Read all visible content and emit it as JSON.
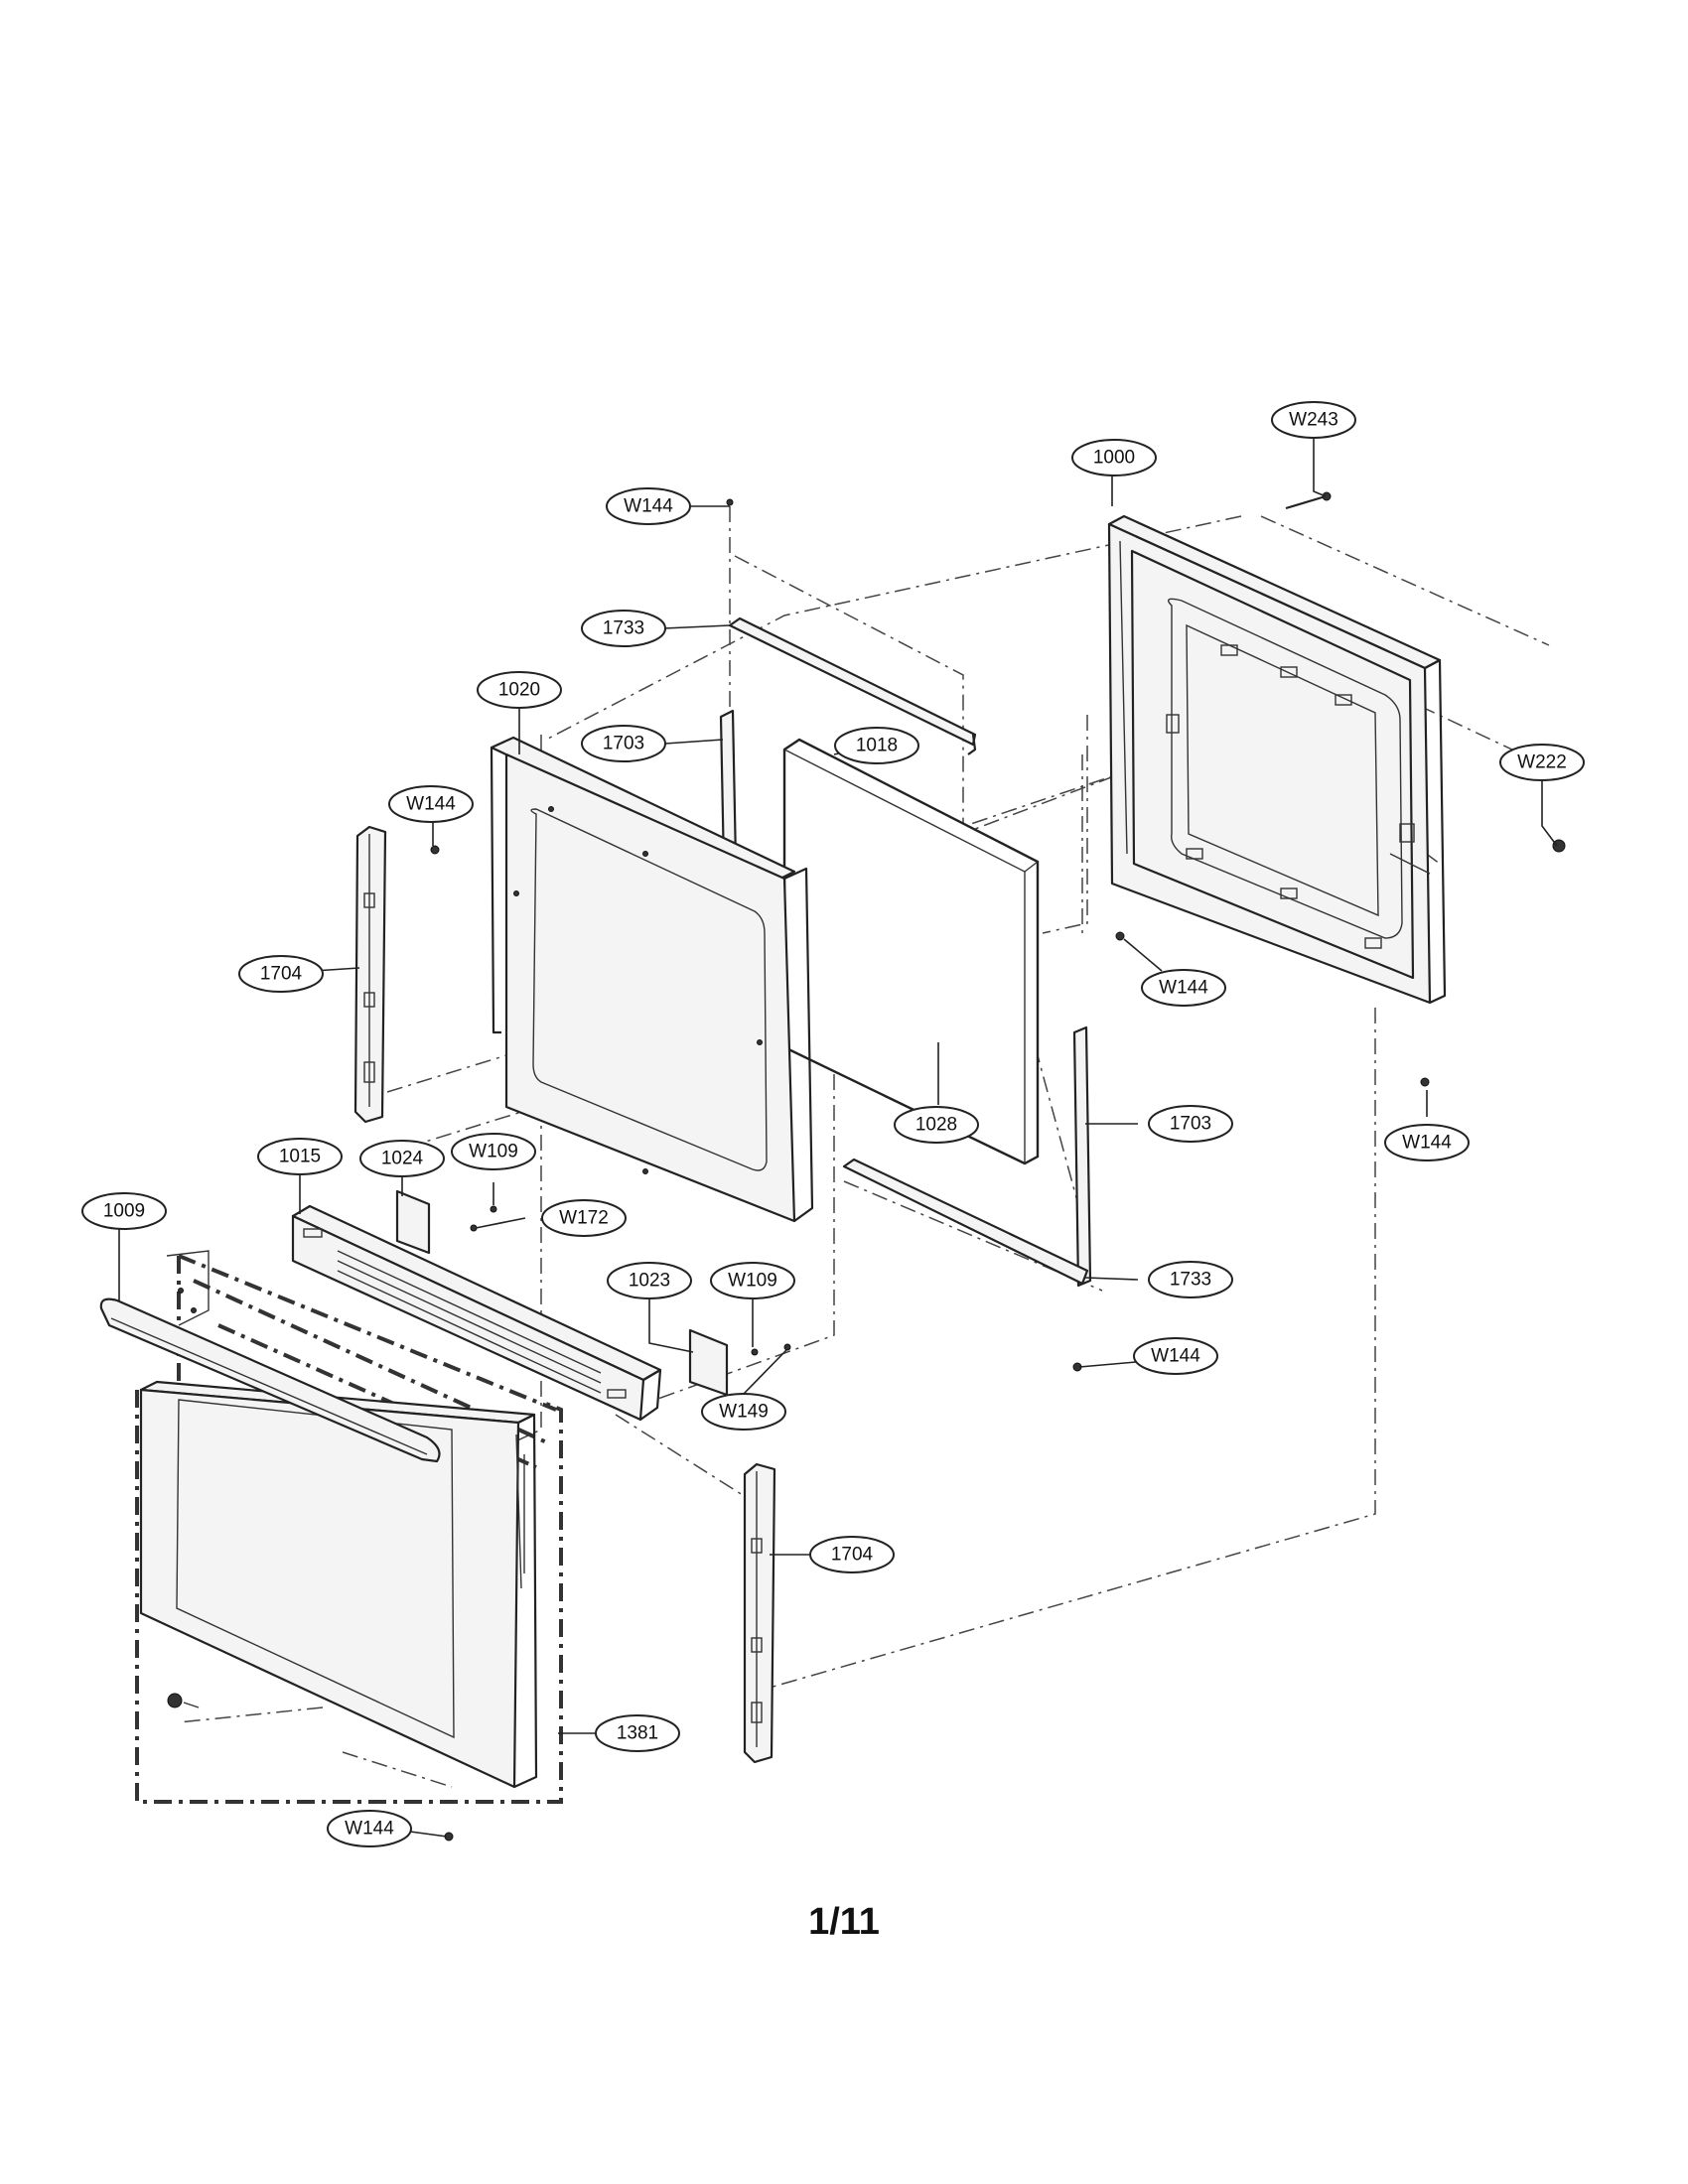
{
  "page_number": "1/11",
  "callouts": [
    {
      "id": "c-w243",
      "label": "W243"
    },
    {
      "id": "c-1000",
      "label": "1000"
    },
    {
      "id": "c-w144-top",
      "label": "W144"
    },
    {
      "id": "c-1733-top",
      "label": "1733"
    },
    {
      "id": "c-1020",
      "label": "1020"
    },
    {
      "id": "c-1703-top",
      "label": "1703"
    },
    {
      "id": "c-1018",
      "label": "1018"
    },
    {
      "id": "c-w222",
      "label": "W222"
    },
    {
      "id": "c-w144-left",
      "label": "W144"
    },
    {
      "id": "c-1704-top",
      "label": "1704"
    },
    {
      "id": "c-w144-right",
      "label": "W144"
    },
    {
      "id": "c-1703-right",
      "label": "1703"
    },
    {
      "id": "c-1028",
      "label": "1028"
    },
    {
      "id": "c-w144-far-right",
      "label": "W144"
    },
    {
      "id": "c-1015",
      "label": "1015"
    },
    {
      "id": "c-1024",
      "label": "1024"
    },
    {
      "id": "c-w109-top",
      "label": "W109"
    },
    {
      "id": "c-w172",
      "label": "W172"
    },
    {
      "id": "c-1009",
      "label": "1009"
    },
    {
      "id": "c-1023",
      "label": "1023"
    },
    {
      "id": "c-w109-mid",
      "label": "W109"
    },
    {
      "id": "c-1733-bottom",
      "label": "1733"
    },
    {
      "id": "c-w144-mid",
      "label": "W144"
    },
    {
      "id": "c-w149",
      "label": "W149"
    },
    {
      "id": "c-1704-bottom",
      "label": "1704"
    },
    {
      "id": "c-1381",
      "label": "1381"
    },
    {
      "id": "c-w144-bottom",
      "label": "W144"
    }
  ]
}
